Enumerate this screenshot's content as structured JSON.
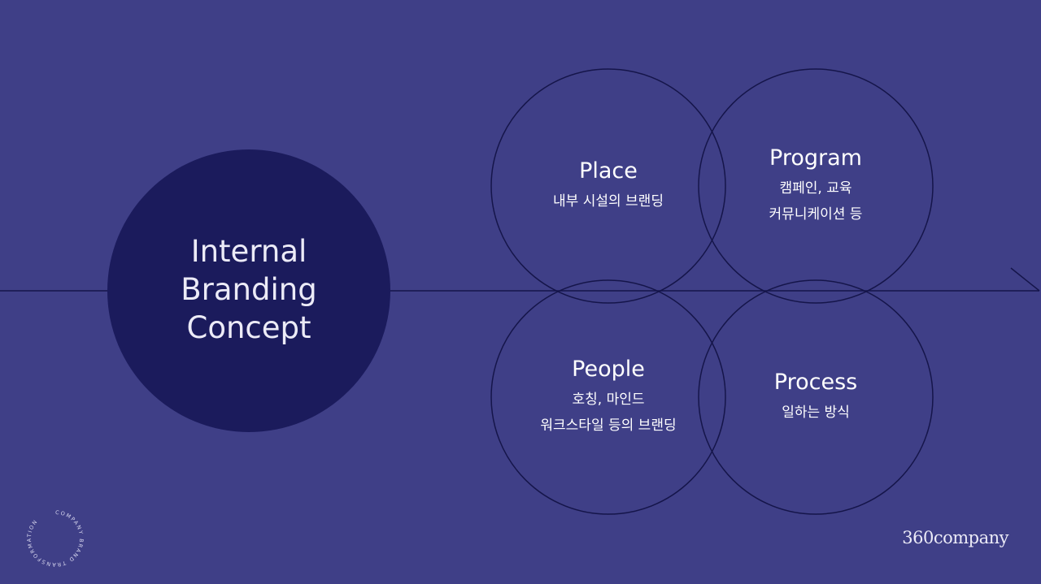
{
  "title_lines": [
    "Internal",
    "Branding",
    "Concept"
  ],
  "quadrants": [
    {
      "title": "Place",
      "lines": [
        "내부 시설의 브랜딩"
      ]
    },
    {
      "title": "Program",
      "lines": [
        "캠페인, 교육",
        "커뮤니케이션 등"
      ]
    },
    {
      "title": "People",
      "lines": [
        "호칭, 마인드",
        "워크스타일 등의 브랜딩"
      ]
    },
    {
      "title": "Process",
      "lines": [
        "일하는 방식"
      ]
    }
  ],
  "badge_text": "COMPANY BRAND TRANSFORMATION",
  "logo": "360company",
  "colors": {
    "background": "#3f3f87",
    "center_circle": "#1b1b5c",
    "lines": "#15154a",
    "text": "#ffffff"
  }
}
